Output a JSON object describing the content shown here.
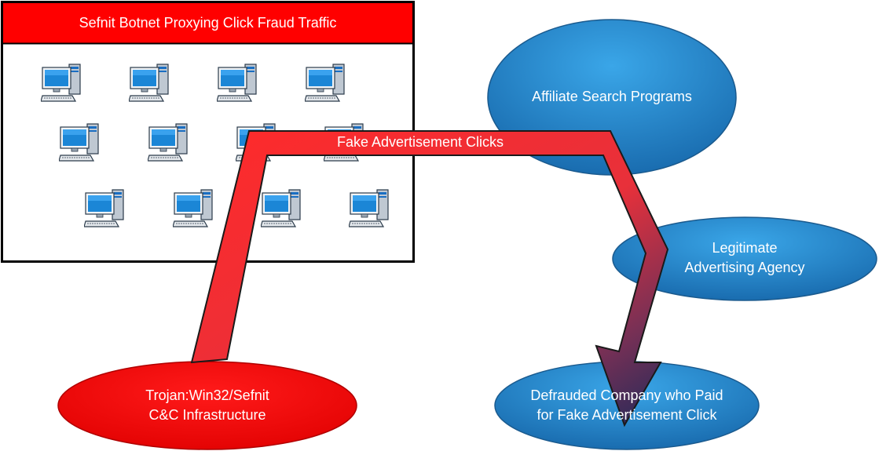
{
  "botnet": {
    "title": "Sefnit Botnet Proxying Click Fraud Traffic",
    "icon": "computer-icon"
  },
  "nodes": {
    "affiliate": "Affiliate Search Programs",
    "agency_line1": "Legitimate",
    "agency_line2": "Advertising Agency",
    "cnc_line1": "Trojan:Win32/Sefnit",
    "cnc_line2": "C&C Infrastructure",
    "defrauded_line1": "Defrauded Company who Paid",
    "defrauded_line2": "for Fake Advertisement Click"
  },
  "flow": {
    "label": "Fake Advertisement Clicks"
  },
  "colors": {
    "red": "#ff0000",
    "blue": "#1e7fc4",
    "arrow_start": "#ff2a2a",
    "arrow_end": "#1f2a5a"
  }
}
